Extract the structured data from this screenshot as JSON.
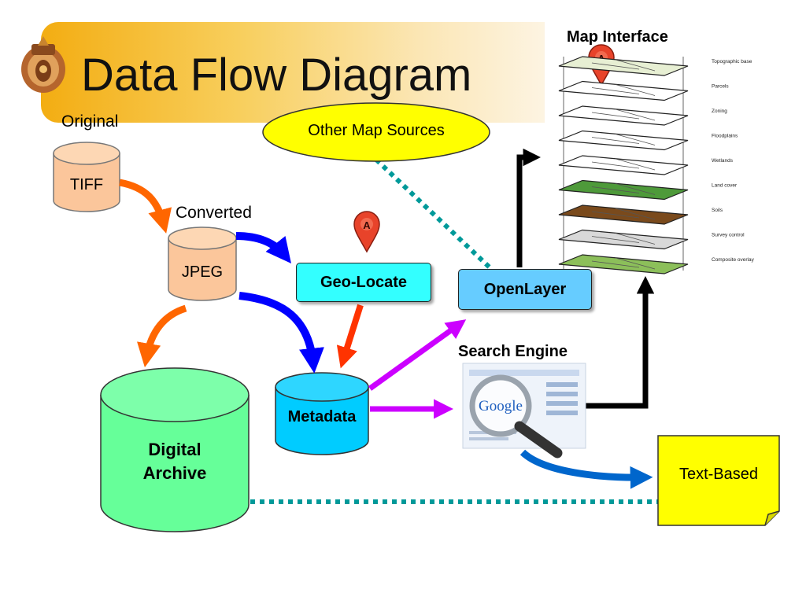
{
  "slide": {
    "title": "Data Flow Diagram"
  },
  "labels": {
    "original": "Original",
    "converted": "Converted",
    "map_interface": "Map Interface",
    "search_engine": "Search Engine"
  },
  "nodes": {
    "tiff": "TIFF",
    "jpeg": "JPEG",
    "geo_locate": "Geo-Locate",
    "openlayer": "OpenLayer",
    "other_map_sources": "Other Map Sources",
    "metadata": "Metadata",
    "digital_archive_line1": "Digital",
    "digital_archive_line2": "Archive",
    "text_based": "Text-Based"
  },
  "google_logo_text": "Google",
  "map_layers": [
    {
      "label": "Topographic base",
      "color": "#e7efd3"
    },
    {
      "label": "Parcels",
      "color": "#ffffff"
    },
    {
      "label": "Zoning",
      "color": "#ffffff"
    },
    {
      "label": "Floodplains",
      "color": "#ffffff"
    },
    {
      "label": "Wetlands",
      "color": "#ffffff"
    },
    {
      "label": "Land cover",
      "color": "#4e9a3a"
    },
    {
      "label": "Soils",
      "color": "#7a4a1c"
    },
    {
      "label": "Survey control",
      "color": "#d9d9d9"
    },
    {
      "label": "Composite overlay",
      "color": "#8cbf5a"
    }
  ],
  "colors": {
    "cylinder_orange": "#fbc69b",
    "cylinder_blue": "#00ccff",
    "cylinder_green": "#66ff99",
    "box_cyan": "#33ffff",
    "box_blue": "#66ccff",
    "ellipse_yellow": "#ffff00",
    "note_yellow": "#ffff00",
    "arrow_orange": "#ff6600",
    "arrow_blue": "#0000ff",
    "arrow_red": "#ff3300",
    "arrow_magenta": "#cc00ff",
    "arrow_black": "#000000",
    "arrow_lightblue": "#0066cc",
    "dotted_teal": "#009999"
  }
}
